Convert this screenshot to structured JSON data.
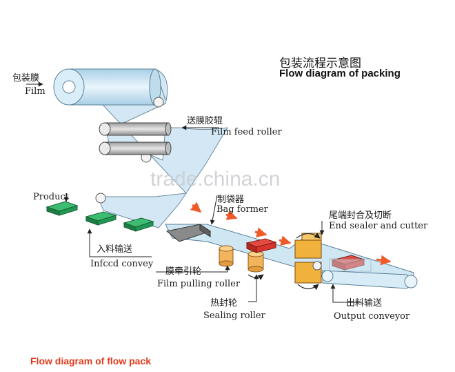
{
  "title": {
    "cn": "包装流程示意图",
    "en": "Flow diagram of packing"
  },
  "labels": {
    "film": {
      "cn": "包装膜",
      "en": "Film"
    },
    "film_feed_roller": {
      "cn": "送膜胶辊",
      "en": "Film feed roller"
    },
    "product": {
      "en": "Product"
    },
    "bag_former": {
      "cn": "制袋器",
      "en": "Bag former"
    },
    "end_sealer": {
      "cn": "尾端封合及切断",
      "en": "End sealer and cutter"
    },
    "infeed": {
      "cn": "入料输送",
      "en": "Infccd convey"
    },
    "pulling_roller": {
      "cn": "膜牵引轮",
      "en": "Film pulling roller"
    },
    "sealing_roller": {
      "cn": "热封轮",
      "en": "Sealing roller"
    },
    "output_conveyor": {
      "cn": "出料输送",
      "en": "Output conveyor"
    }
  },
  "watermark": "trade.china.cn",
  "caption": "Flow diagram of flow pack",
  "colors": {
    "film": "#cfe6f3",
    "film_stroke": "#5a7f96",
    "product": "#1f9a55",
    "package": "#d8342c",
    "sealer": "#f0b13d",
    "arrow": "#f05a28",
    "caption": "#e23a1b"
  }
}
